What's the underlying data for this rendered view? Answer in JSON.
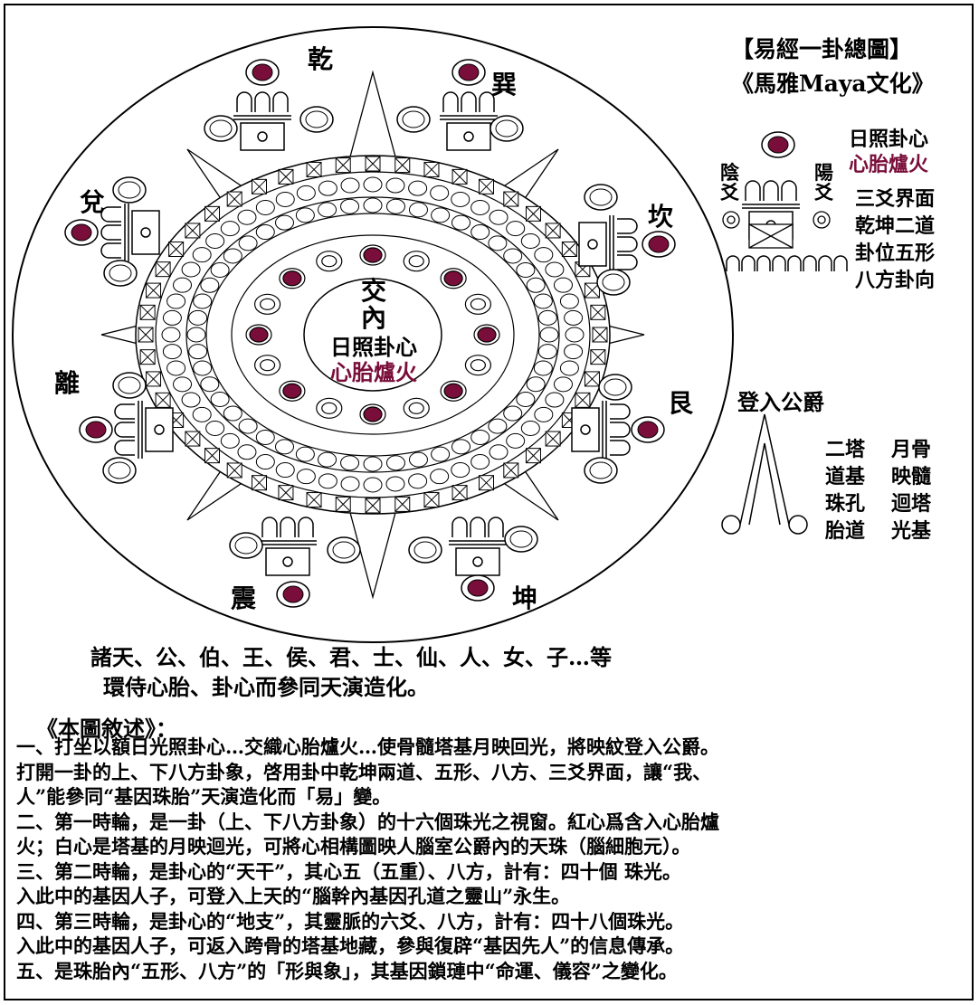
{
  "title": {
    "line1": "【易經一卦總圖】",
    "line2": "《馬雅Maya文化》"
  },
  "trigrams": {
    "qian": "乾",
    "xun": "巽",
    "dui": "兌",
    "kan": "坎",
    "li": "離",
    "gen": "艮",
    "zhen": "震",
    "kun": "坤"
  },
  "center": {
    "line1": "交",
    "line2": "內",
    "line3": "日照卦心",
    "line4": "心胎爐火"
  },
  "legend": {
    "sun_line1": "日照卦心",
    "sun_line2": "心胎爐火",
    "yin_label": "陰爻",
    "yang_label": "陽爻",
    "line3": "三爻界面",
    "line4": "乾坤二道",
    "line5": "卦位五形",
    "line6": "八方卦向"
  },
  "gong": {
    "title": "登入公爵",
    "left_col": "二塔道基珠孔胎道",
    "right_col": "月骨映髓迴塔光基"
  },
  "caption": {
    "line1": "諸天、公、伯、王、侯、君、士、仙、人、女、子…等",
    "line2": "環侍心胎、卦心而參同天演造化。"
  },
  "description": {
    "heading": "《本圖敘述》：",
    "lines": [
      "一、打坐以額日光照卦心…交織心胎爐火…使骨髓塔基月映回光，將映紋登入公爵。",
      "打開一卦的上、下八方卦象，啓用卦中乾坤兩道、五形、八方、三爻界面，讓“我、",
      "人”能參同“基因珠胎”天演造化而「易」變。",
      "二、第一時輪，是一卦（上、下八方卦象）的十六個珠光之視窗。紅心爲含入心胎爐",
      "火；白心是塔基的月映迴光，可將心相構圖映人腦室公爵內的天珠（腦細胞元）。",
      "三、第二時輪，是卦心的“天干”，其心五（五重）、八方，計有：四十個 珠光。",
      "入此中的基因人子，可登入上天的“腦幹內基因孔道之靈山”永生。",
      "四、第三時輪，是卦心的“地支”，其靈脈的六爻、八方，計有：四十八個珠光。",
      " 入此中的基因人子，可返入跨骨的塔基地藏，參與復辟“基因先人”的信息傳承。",
      "五、是珠胎內“五形、八方”的「形與象」，其基因鎖璉中“命運、儀容”之變化。"
    ]
  },
  "colors": {
    "accent_red": "#7a0e3a",
    "ink": "#000000"
  }
}
